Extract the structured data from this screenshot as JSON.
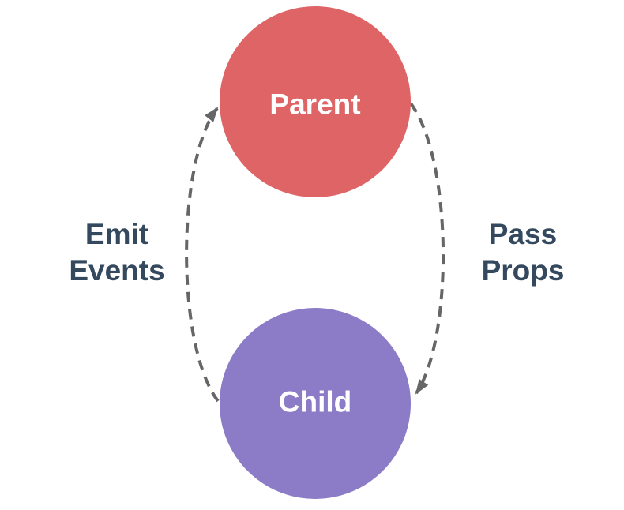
{
  "diagram": {
    "type": "component-communication",
    "nodes": {
      "parent": {
        "label": "Parent",
        "color": "#de6466",
        "text_color": "#ffffff"
      },
      "child": {
        "label": "Child",
        "color": "#8c7bc6",
        "text_color": "#ffffff"
      }
    },
    "edges": {
      "emit_events": {
        "label": "Emit Events",
        "direction": "child-to-parent",
        "style": "dashed"
      },
      "pass_props": {
        "label": "Pass Props",
        "direction": "parent-to-child",
        "style": "dashed"
      }
    },
    "colors": {
      "edge": "#666666",
      "edge_label": "#34495e",
      "background": "#ffffff"
    }
  }
}
